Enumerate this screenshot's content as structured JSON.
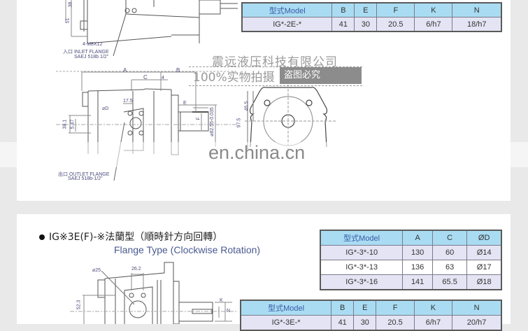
{
  "section1": {
    "inlet_labels": [
      "4-M8X12",
      "入口 INLET FLANGE",
      "SAEJ 518b 1/2\""
    ],
    "outlet_labels": [
      "出口 OUTLET FLANGE",
      "SAEJ 518b-1/2\""
    ],
    "dimensions": {
      "d38": "38",
      "d51": "51",
      "A": "A",
      "B": "B",
      "C": "C",
      "four": "4",
      "d17_5": "17.5",
      "phiD": "⌀D",
      "E": "E",
      "F": "F",
      "d38_1": "38.1",
      "d5_47": "5.47",
      "d82": "⌀82.55-0.035",
      "d45_5": "45.5",
      "d97_5": "97.5"
    },
    "table": {
      "headers": [
        "型式Model",
        "B",
        "E",
        "F",
        "K",
        "N"
      ],
      "rows": [
        [
          "IG*-2E-*",
          "41",
          "30",
          "20.5",
          "6/h7",
          "18/h7"
        ]
      ]
    }
  },
  "watermark": {
    "company": "震远液压科技有限公司",
    "photo": "100%实物拍摄",
    "badge": "盗图必究",
    "site": "en.china.cn"
  },
  "section2": {
    "title": "IG※3E(F)-※法蘭型（順時針方向回轉）",
    "subtitle": "Flange Type (Clockwise Rotation)",
    "dimensions": {
      "phi25": "⌀25",
      "d26_2": "26.2",
      "d52_3": "52.3",
      "K": "K",
      "N": "N"
    },
    "table_acd": {
      "headers": [
        "型式Model",
        "A",
        "C",
        "ØD"
      ],
      "rows": [
        [
          "IG*-3*-10",
          "130",
          "60",
          "Ø14"
        ],
        [
          "IG*-3*-13",
          "136",
          "63",
          "Ø17"
        ],
        [
          "IG*-3*-16",
          "141",
          "65.5",
          "Ø18"
        ]
      ]
    },
    "table_bottom": {
      "headers": [
        "型式Model",
        "B",
        "E",
        "F",
        "K",
        "N"
      ],
      "rows": [
        [
          "IG*-3E-*",
          "41",
          "30",
          "20.5",
          "6/h7",
          "20/h7"
        ]
      ]
    }
  },
  "colors": {
    "header_blue": "#a9dcf2",
    "row_lavender": "#e4e4f4",
    "model_text": "#3a5aa8",
    "page_bg": "#e9e9e9"
  }
}
